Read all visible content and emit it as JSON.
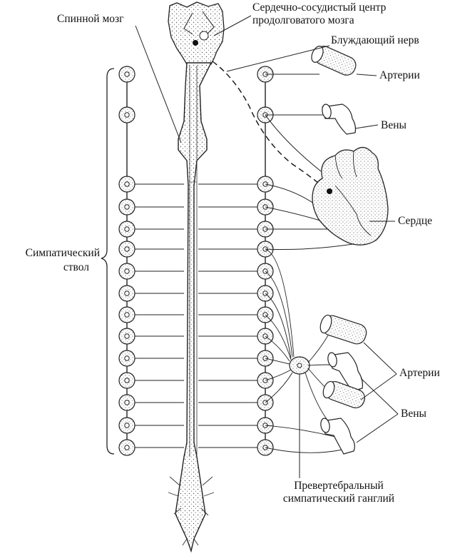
{
  "labels": {
    "spinal_cord": "Спинной мозг",
    "cardio_center_line1": "Сердечно-сосудистый центр",
    "cardio_center_line2": "продолговатого мозга",
    "vagus_nerve": "Блуждающий нерв",
    "arteries_top": "Артерии",
    "veins_top": "Вены",
    "heart": "Сердце",
    "sympathetic_trunk_line1": "Симпатический",
    "sympathetic_trunk_line2": "ствол",
    "arteries_bottom": "Артерии",
    "veins_bottom": "Вены",
    "prevertebral_line1": "Превертебральный",
    "prevertebral_line2": "симпатический ганглий"
  }
}
